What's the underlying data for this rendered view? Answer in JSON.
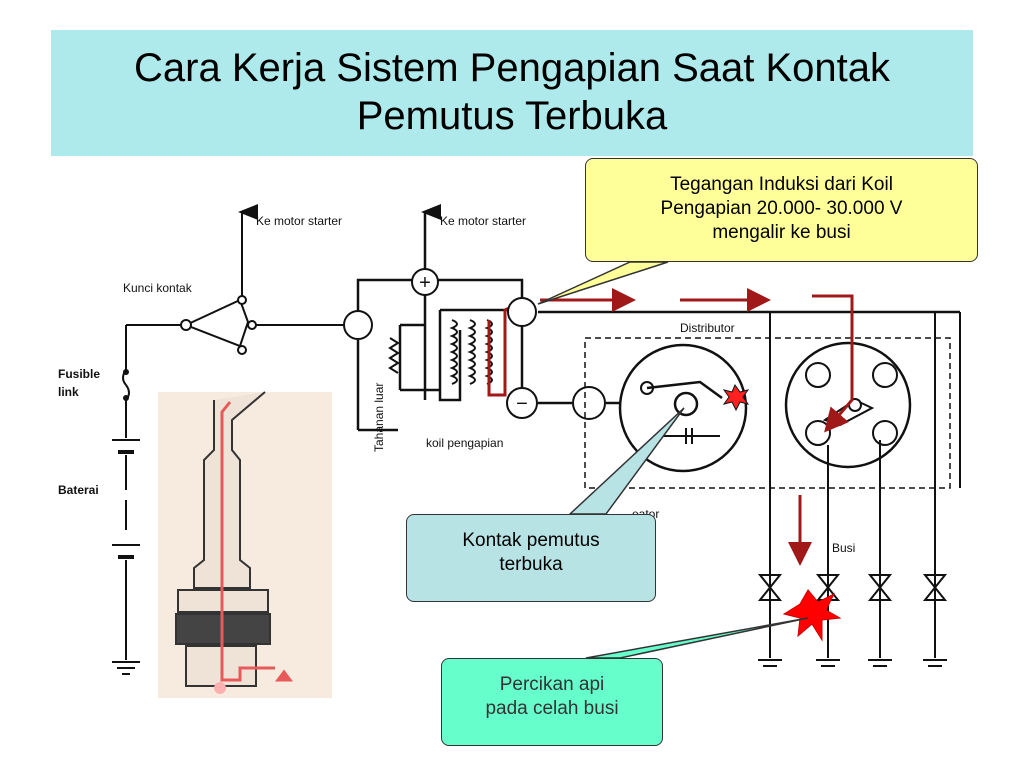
{
  "slide": {
    "title_line1": "Cara Kerja Sistem Pengapian Saat Kontak",
    "title_line2": "Pemutus Terbuka",
    "colors": {
      "title_band": "#aeeaeb",
      "callout_yellow": "#ffff99",
      "callout_teal": "#b7e3e5",
      "callout_green": "#66ffcc",
      "current_arrow": "#a01818",
      "spark": "#ff0000"
    }
  },
  "callouts": {
    "induction": {
      "line1": "Tegangan Induksi dari Koil",
      "line2": "Pengapian 20.000- 30.000 V",
      "line3": "mengalir ke busi"
    },
    "contact": {
      "line1": "Kontak pemutus",
      "line2": "terbuka"
    },
    "spark": {
      "line1": "Percikan api",
      "line2": "pada celah busi"
    }
  },
  "diagram_labels": {
    "starter_1": "Ke motor starter",
    "starter_2": "Ke motor starter",
    "ignition_switch": "Kunci kontak",
    "fusible_1": "Fusible",
    "fusible_2": "link",
    "battery": "Baterai",
    "external_resistor": "Tahanan luar",
    "ignition_coil": "koil pengapian",
    "distributor": "Distributor",
    "spark_plugs": "Busi",
    "plus_sign": "+",
    "minus_sign": "−",
    "partial_label": "eator"
  }
}
